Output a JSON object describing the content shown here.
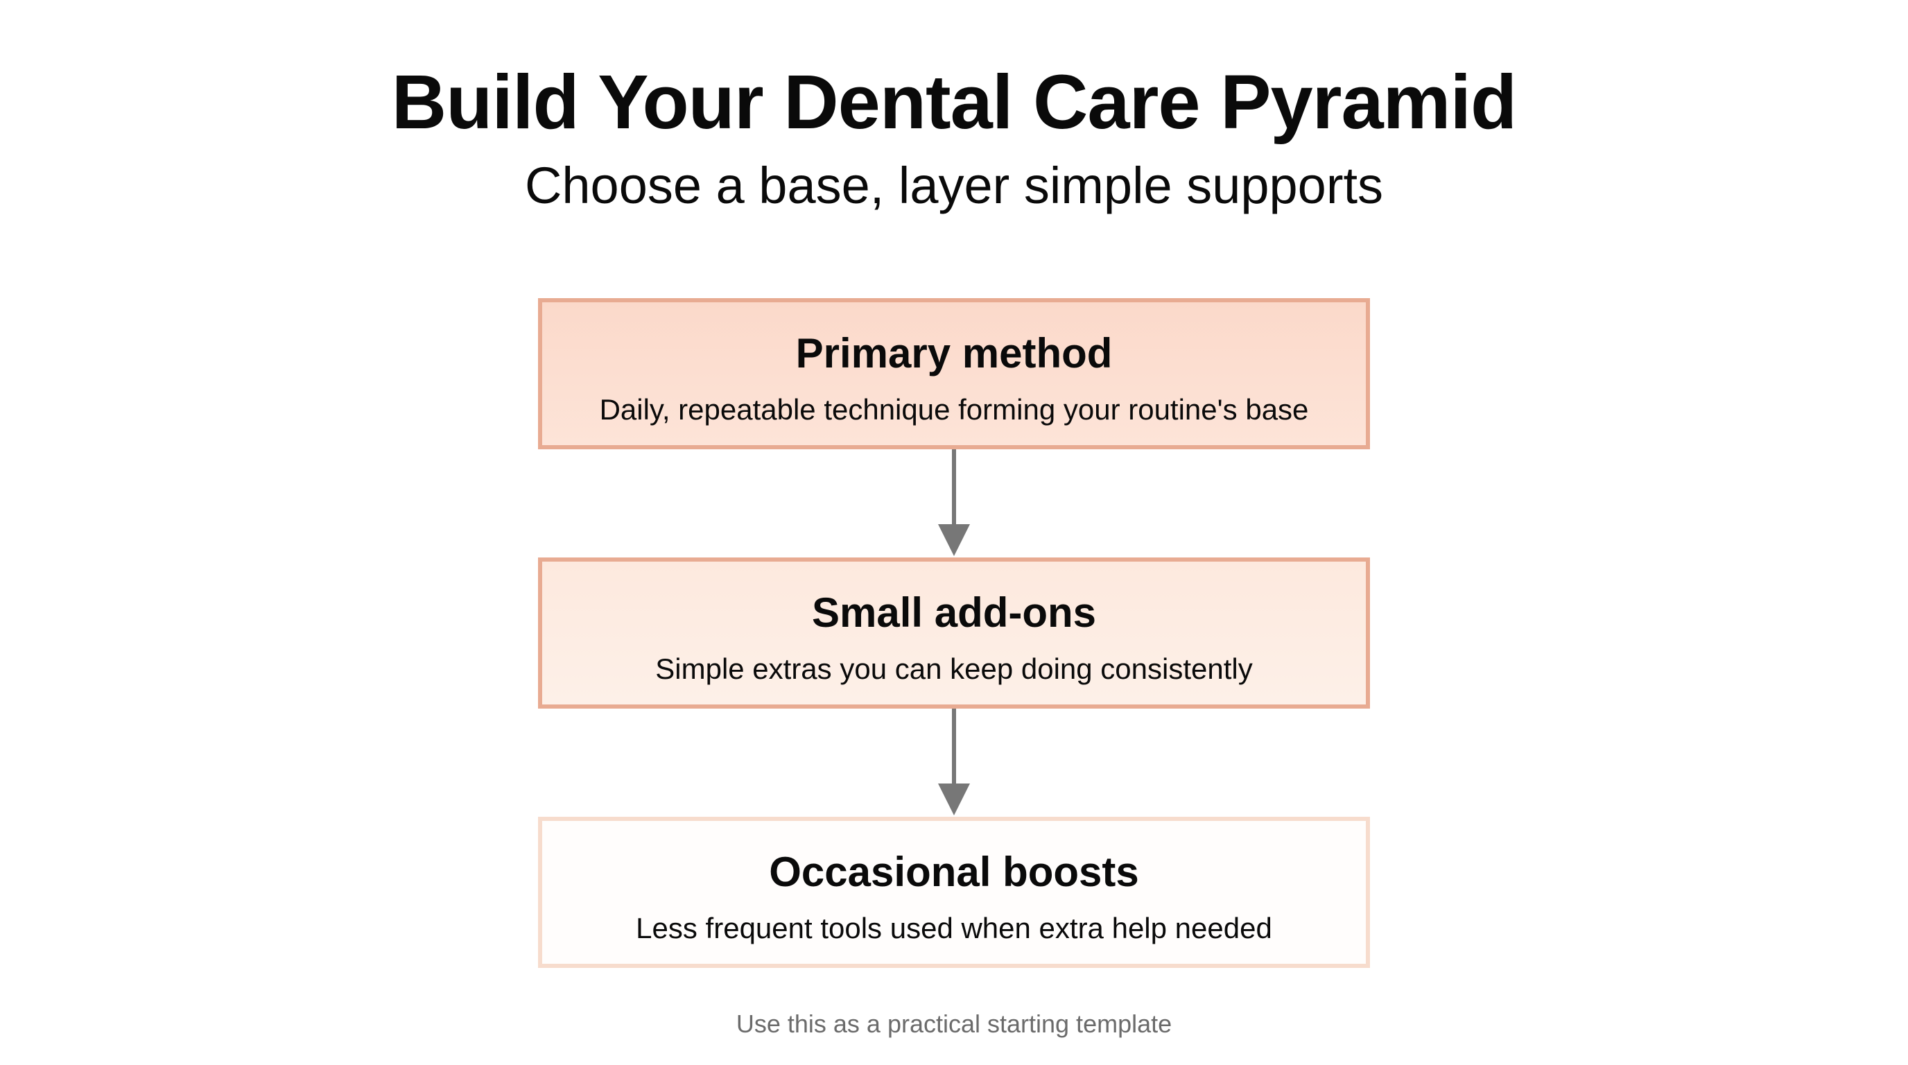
{
  "header": {
    "title": "Build Your Dental Care Pyramid",
    "subtitle": "Choose a base, layer simple supports"
  },
  "layers": [
    {
      "title": "Primary method",
      "description": "Daily, repeatable technique forming your routine's base"
    },
    {
      "title": "Small add-ons",
      "description": "Simple extras you can keep doing consistently"
    },
    {
      "title": "Occasional boosts",
      "description": "Less frequent tools used when extra help needed"
    }
  ],
  "footer": {
    "note": "Use this as a practical starting template"
  },
  "colors": {
    "box_primary_fill": "#fbd9ca",
    "box_primary_border": "#e8ab92",
    "box_secondary_fill": "#fde9de",
    "box_tertiary_border": "#f7dccd",
    "arrow": "#777777",
    "footer_text": "#6b6b6b"
  }
}
